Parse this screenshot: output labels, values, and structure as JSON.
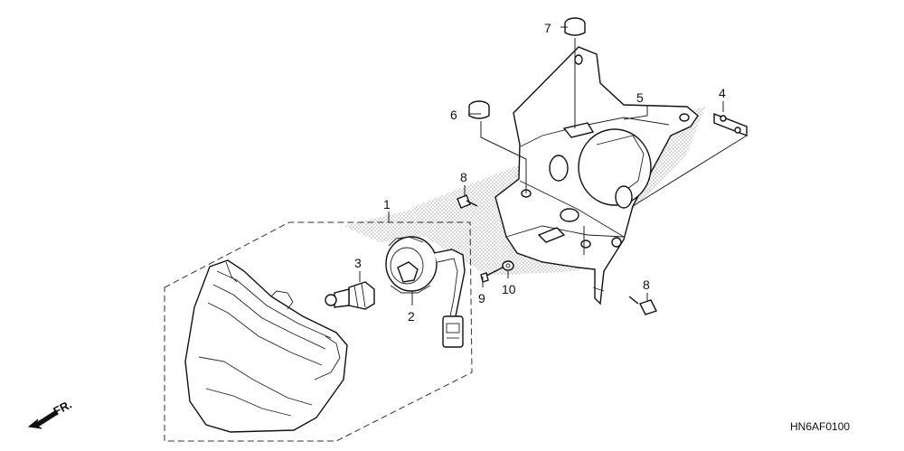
{
  "callouts": [
    {
      "id": "1",
      "text": "1"
    },
    {
      "id": "2",
      "text": "2"
    },
    {
      "id": "3",
      "text": "3"
    },
    {
      "id": "4",
      "text": "4"
    },
    {
      "id": "5",
      "text": "5"
    },
    {
      "id": "6",
      "text": "6"
    },
    {
      "id": "7",
      "text": "7"
    },
    {
      "id": "8a",
      "text": "8"
    },
    {
      "id": "8b",
      "text": "8"
    },
    {
      "id": "9",
      "text": "9"
    },
    {
      "id": "10",
      "text": "10"
    }
  ],
  "direction_label": "FR.",
  "diagram_code": "HN6AF0100"
}
